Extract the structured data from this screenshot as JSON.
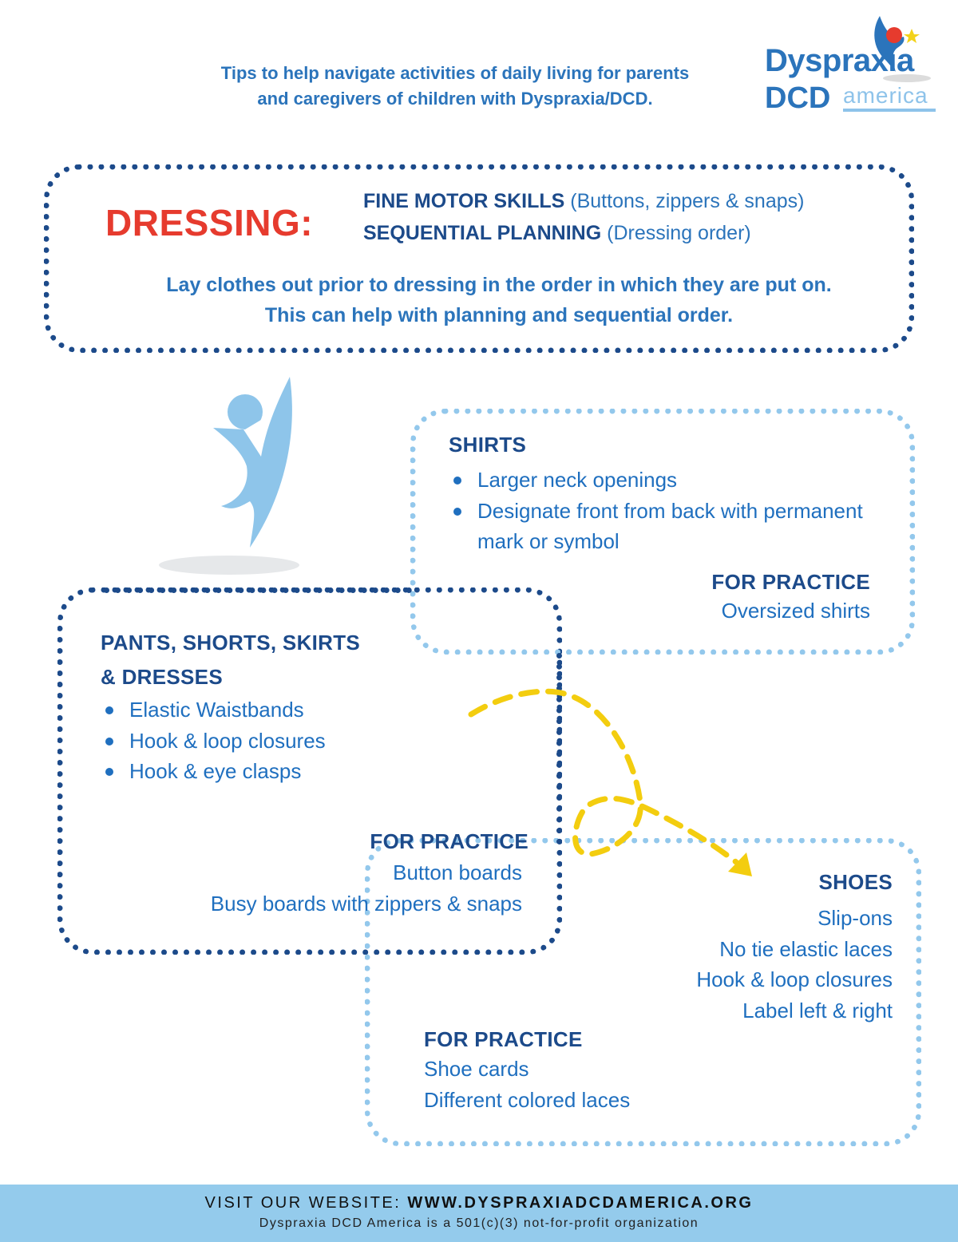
{
  "header": {
    "tagline_line1": "Tips to help navigate activities of daily living for parents",
    "tagline_line2": "and caregivers of children with Dyspraxia/DCD.",
    "logo": {
      "line1": "Dyspraxia",
      "line2_bold": "DCD",
      "line2_light": "america",
      "icon": "jumping-child-logo-icon"
    }
  },
  "intro": {
    "title": "DRESSING:",
    "skills": [
      {
        "label": "FINE MOTOR SKILLS",
        "detail": "(Buttons, zippers & snaps)"
      },
      {
        "label": "SEQUENTIAL PLANNING",
        "detail": "(Dressing order)"
      }
    ],
    "advice_line1": "Lay clothes out prior to dressing in the order in which they are put on.",
    "advice_line2": "This can help with planning and sequential order."
  },
  "cards": {
    "shirts": {
      "title": "SHIRTS",
      "bullets": [
        "Larger neck openings",
        "Designate front from back with permanent mark or symbol"
      ],
      "practice_title": "FOR PRACTICE",
      "practice_items": [
        "Oversized shirts"
      ]
    },
    "pants": {
      "title_line1": "PANTS, SHORTS, SKIRTS",
      "title_line2": "& DRESSES",
      "bullets": [
        "Elastic Waistbands",
        "Hook & loop closures",
        "Hook & eye clasps"
      ],
      "practice_title": "FOR PRACTICE",
      "practice_items": [
        "Button boards",
        "Busy boards with zippers & snaps"
      ]
    },
    "shoes": {
      "title": "SHOES",
      "items": [
        "Slip-ons",
        "No tie elastic laces",
        "Hook & loop closures",
        "Label left & right"
      ],
      "practice_title": "FOR PRACTICE",
      "practice_items": [
        "Shoe cards",
        "Different colored laces"
      ]
    }
  },
  "footer": {
    "visit_label": "VISIT OUR WEBSITE:",
    "website": "WWW.DYSPRAXIADCDAMERICA.ORG",
    "nonprofit_note": "Dyspraxia DCD America is a 501(c)(3) not-for-profit organization"
  },
  "colors": {
    "navy": "#1c4a8a",
    "blue": "#1f6fbf",
    "light_blue": "#93c8ec",
    "red": "#e63b2e",
    "yellow": "#f3cd0f",
    "footer_bg": "#94cbec"
  }
}
